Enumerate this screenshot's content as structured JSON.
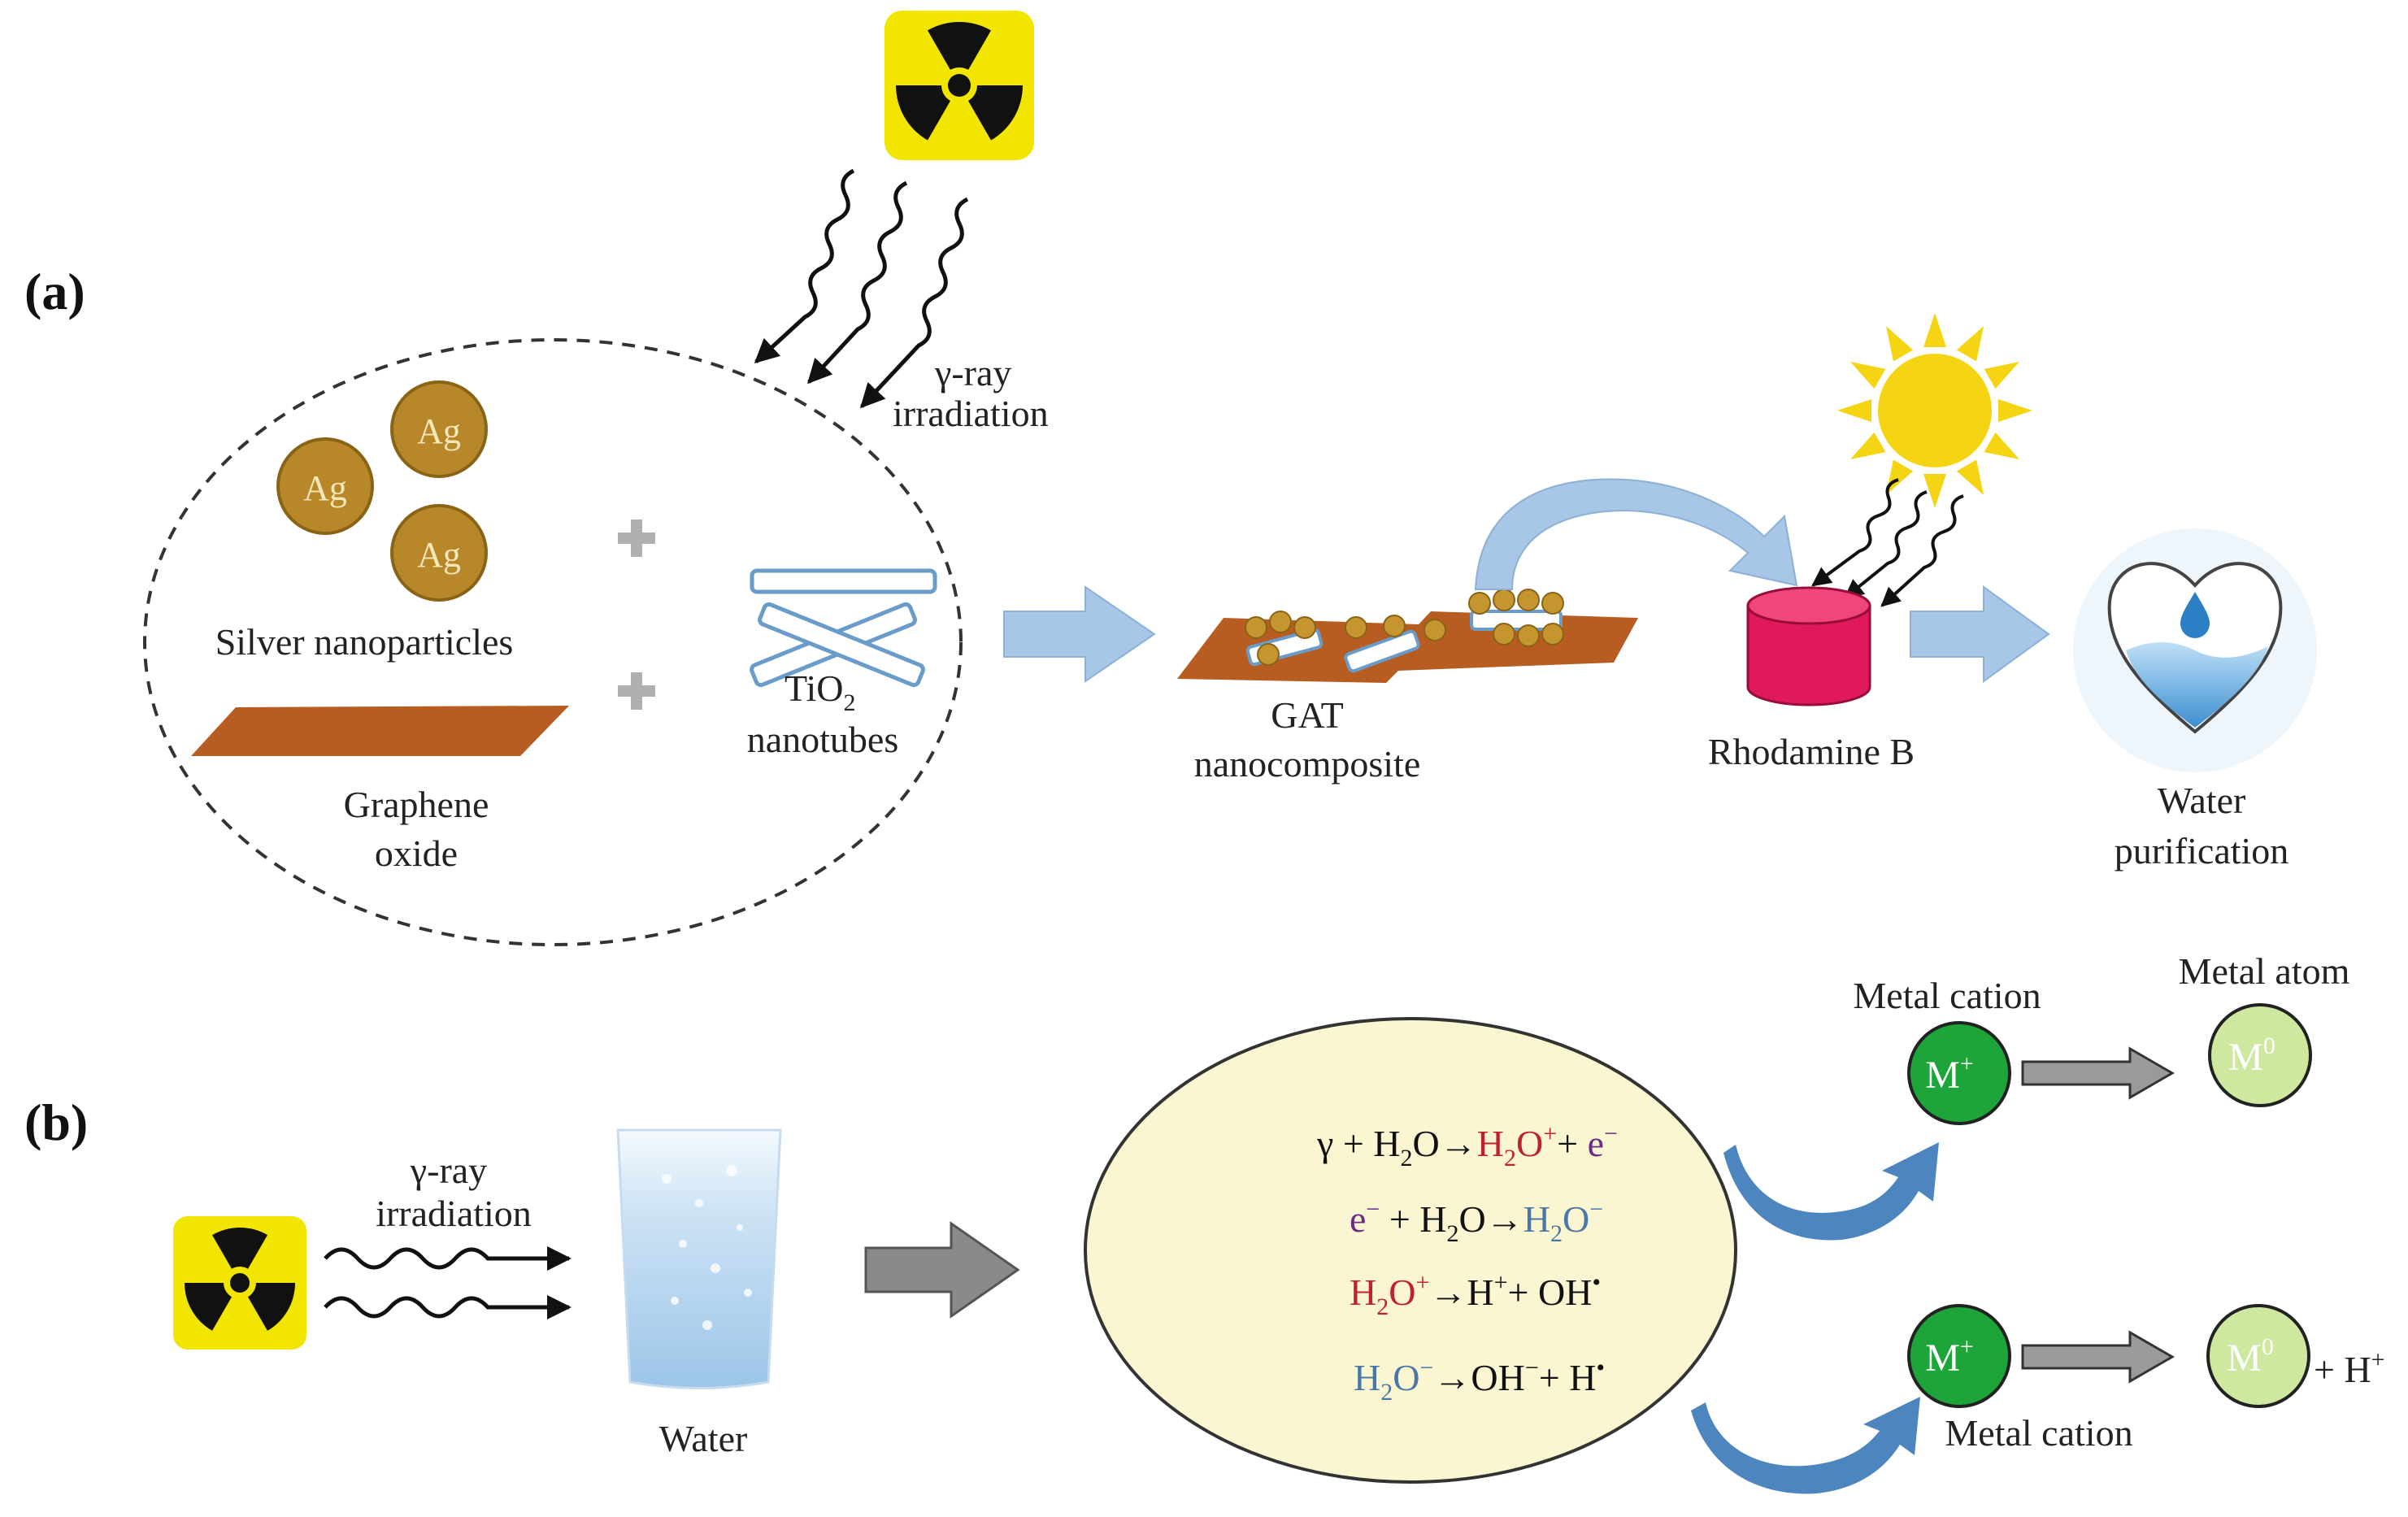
{
  "panel_a": {
    "label": "(a)",
    "gamma_ray_line1": "γ-ray",
    "gamma_ray_line2": "irradiation",
    "ag_particle": "Ag",
    "silver_nanoparticles": "Silver nanoparticles",
    "graphene_oxide_line1": "Graphene",
    "graphene_oxide_line2": "oxide",
    "tio2_base": "TiO",
    "tio2_sub": "2",
    "tio2_line2": "nanotubes",
    "gat_line1": "GAT",
    "gat_line2": "nanocomposite",
    "rhodamine": "Rhodamine B",
    "water_purification_line1": "Water",
    "water_purification_line2": "purification"
  },
  "panel_b": {
    "label": "(b)",
    "gamma_ray_line1": "γ-ray",
    "gamma_ray_line2": "irradiation",
    "water": "Water",
    "eq1": {
      "g": "γ + H",
      "s1": "2",
      "o": "O→",
      "r1": "H",
      "r1s": "2",
      "r1o": "O",
      "r1sup": "+",
      "plus": "+ ",
      "e": "e",
      "esup": "−"
    },
    "eq2": {
      "e": "e",
      "esup": "−",
      "mid": " + H",
      "s1": "2",
      "o": "O→",
      "p": "H",
      "ps": "2",
      "po": "O",
      "psup": "−"
    },
    "eq3": {
      "r": "H",
      "rs": "2",
      "ro": "O",
      "rsup": "+",
      "arrow": "→H",
      "hsup": "+",
      "oh": "+ OH",
      "dot": "•"
    },
    "eq4": {
      "b": "H",
      "bs": "2",
      "bo": "O",
      "bsup": "−",
      "arrow": "→OH",
      "ohsup": "−",
      "h": "+ H",
      "dot": "•"
    },
    "metal_cation_top": "Metal cation",
    "metal_atom": "Metal atom",
    "metal_cation_bottom": "Metal cation",
    "m_plus": "M",
    "m_plus_sup": "+",
    "m_zero": "M",
    "m_zero_sup": "0",
    "h_plus": "+ H",
    "h_plus_sup": "+"
  },
  "colors": {
    "red": "#c0222c",
    "blue": "#4a78a6",
    "purple": "#6a2a86",
    "ag_fill": "#b8872a",
    "graphene": "#b85d22",
    "rhodamine": "#e0195a",
    "arrow_blue": "#a8c6e6",
    "arrow_gray": "#8a8a8a",
    "ellipse_fill": "#fbf6d2",
    "m_dark": "#1ea53a",
    "m_light": "#cfe8a0",
    "sun": "#f5d414",
    "radiation_yellow": "#f2e500"
  }
}
